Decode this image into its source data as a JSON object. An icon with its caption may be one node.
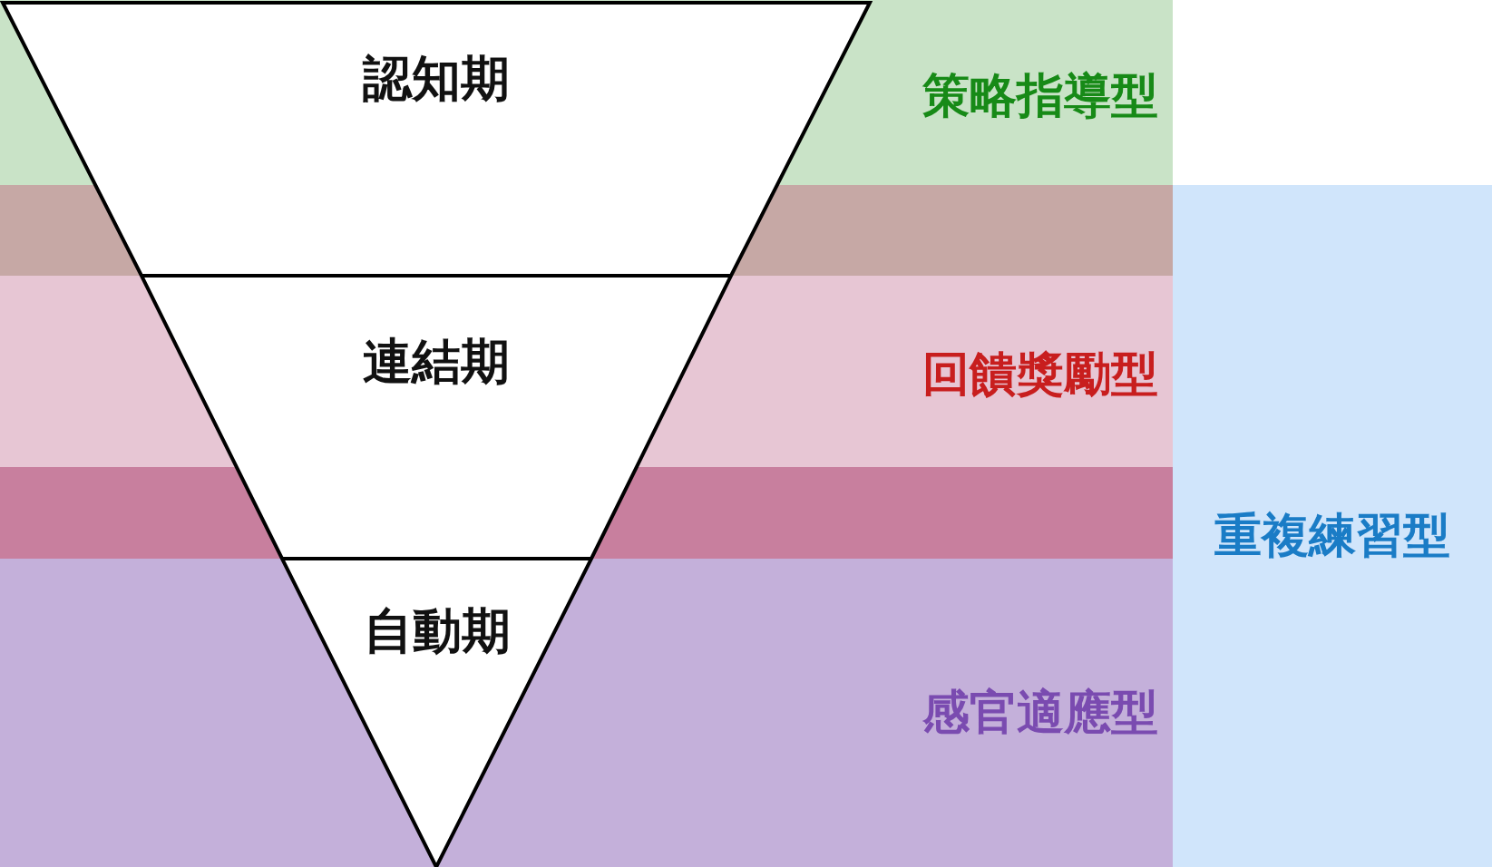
{
  "diagram": {
    "nodes": [
      {
        "text": [
          "策略指導型"
        ]
      },
      {
        "text": [
          "認知期"
        ],
        "in": 0
      },
      {
        "text": [
          "回饋獎勵型"
        ]
      },
      {
        "text": [
          "連結期"
        ],
        "in": 2
      },
      {
        "text": [
          "重複練習型"
        ]
      },
      {
        "text": [
          "感官適應型"
        ]
      },
      {
        "text": [
          "自動期"
        ],
        "in": 5
      }
    ]
  }
}
